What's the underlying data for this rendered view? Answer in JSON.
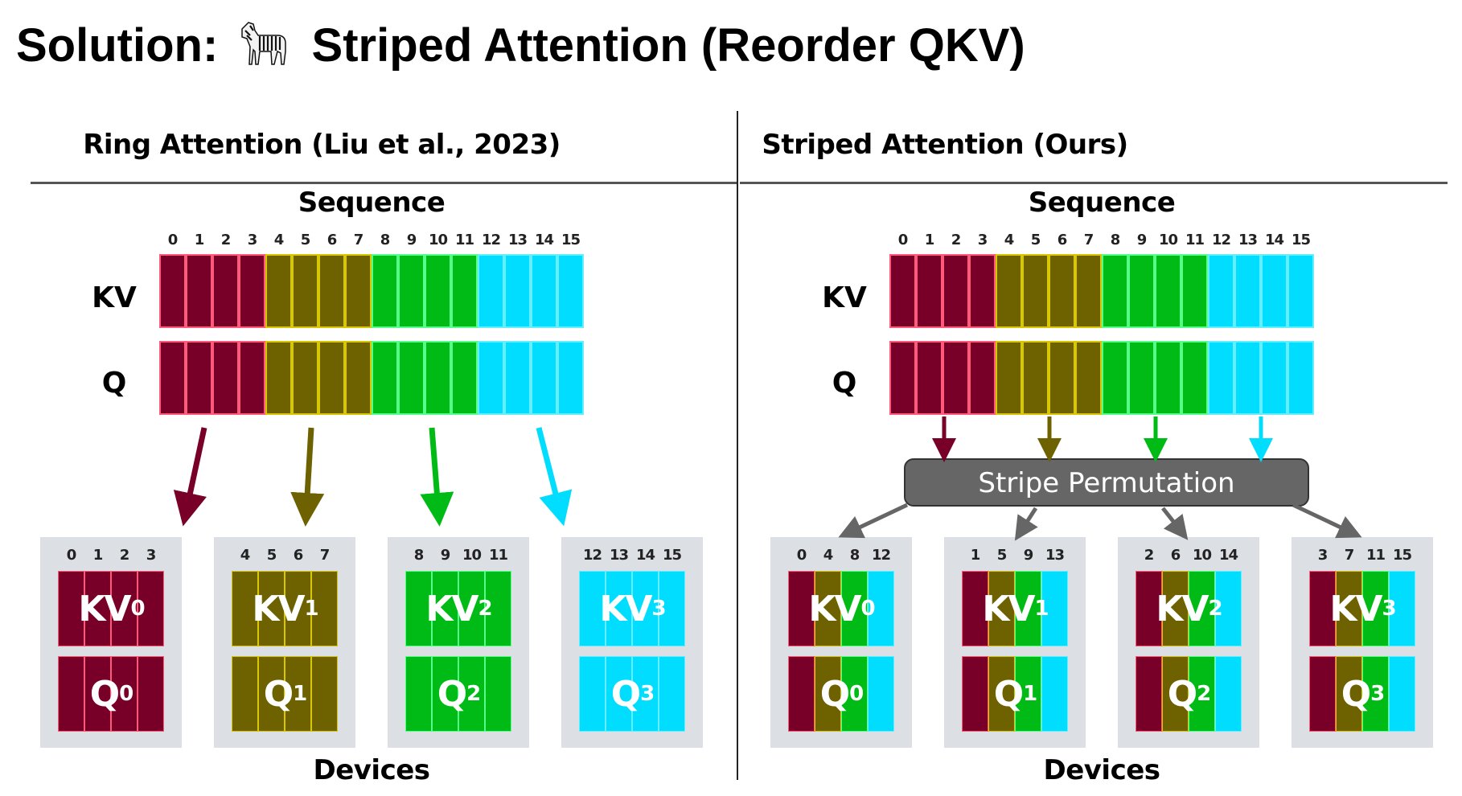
{
  "slide": {
    "title_prefix": "Solution:",
    "title_icon": "zebra-icon",
    "title_suffix": "Striped Attention (Reorder QKV)"
  },
  "colors": {
    "block0": "#780028",
    "block0_border": "#ff5a7a",
    "block1": "#6e6100",
    "block1_border": "#d9c800",
    "block2": "#00bb15",
    "block2_border": "#55ff88",
    "block3": "#00ddff",
    "block3_border": "#66eeff",
    "device_bg": "#dcdfe4",
    "perm_box": "#666666"
  },
  "left_panel": {
    "title": "Ring Attention (Liu et al., 2023)",
    "sequence_label": "Sequence",
    "rows": [
      "KV",
      "Q"
    ],
    "indices": [
      "0",
      "1",
      "2",
      "3",
      "4",
      "5",
      "6",
      "7",
      "8",
      "9",
      "10",
      "11",
      "12",
      "13",
      "14",
      "15"
    ],
    "devices_label": "Devices",
    "devices": [
      {
        "indices": [
          "0",
          "1",
          "2",
          "3"
        ],
        "kv_label": "KV",
        "q_label": "Q",
        "sub": "0",
        "blocks": [
          0,
          0,
          0,
          0
        ]
      },
      {
        "indices": [
          "4",
          "5",
          "6",
          "7"
        ],
        "kv_label": "KV",
        "q_label": "Q",
        "sub": "1",
        "blocks": [
          1,
          1,
          1,
          1
        ]
      },
      {
        "indices": [
          "8",
          "9",
          "10",
          "11"
        ],
        "kv_label": "KV",
        "q_label": "Q",
        "sub": "2",
        "blocks": [
          2,
          2,
          2,
          2
        ]
      },
      {
        "indices": [
          "12",
          "13",
          "14",
          "15"
        ],
        "kv_label": "KV",
        "q_label": "Q",
        "sub": "3",
        "blocks": [
          3,
          3,
          3,
          3
        ]
      }
    ]
  },
  "right_panel": {
    "title": "Striped Attention (Ours)",
    "sequence_label": "Sequence",
    "rows": [
      "KV",
      "Q"
    ],
    "indices": [
      "0",
      "1",
      "2",
      "3",
      "4",
      "5",
      "6",
      "7",
      "8",
      "9",
      "10",
      "11",
      "12",
      "13",
      "14",
      "15"
    ],
    "permutation_label": "Stripe Permutation",
    "devices_label": "Devices",
    "devices": [
      {
        "indices": [
          "0",
          "4",
          "8",
          "12"
        ],
        "kv_label": "KV",
        "q_label": "Q",
        "sub": "0",
        "blocks": [
          0,
          1,
          2,
          3
        ]
      },
      {
        "indices": [
          "1",
          "5",
          "9",
          "13"
        ],
        "kv_label": "KV",
        "q_label": "Q",
        "sub": "1",
        "blocks": [
          0,
          1,
          2,
          3
        ]
      },
      {
        "indices": [
          "2",
          "6",
          "10",
          "14"
        ],
        "kv_label": "KV",
        "q_label": "Q",
        "sub": "2",
        "blocks": [
          0,
          1,
          2,
          3
        ]
      },
      {
        "indices": [
          "3",
          "7",
          "11",
          "15"
        ],
        "kv_label": "KV",
        "q_label": "Q",
        "sub": "3",
        "blocks": [
          0,
          1,
          2,
          3
        ]
      }
    ]
  }
}
